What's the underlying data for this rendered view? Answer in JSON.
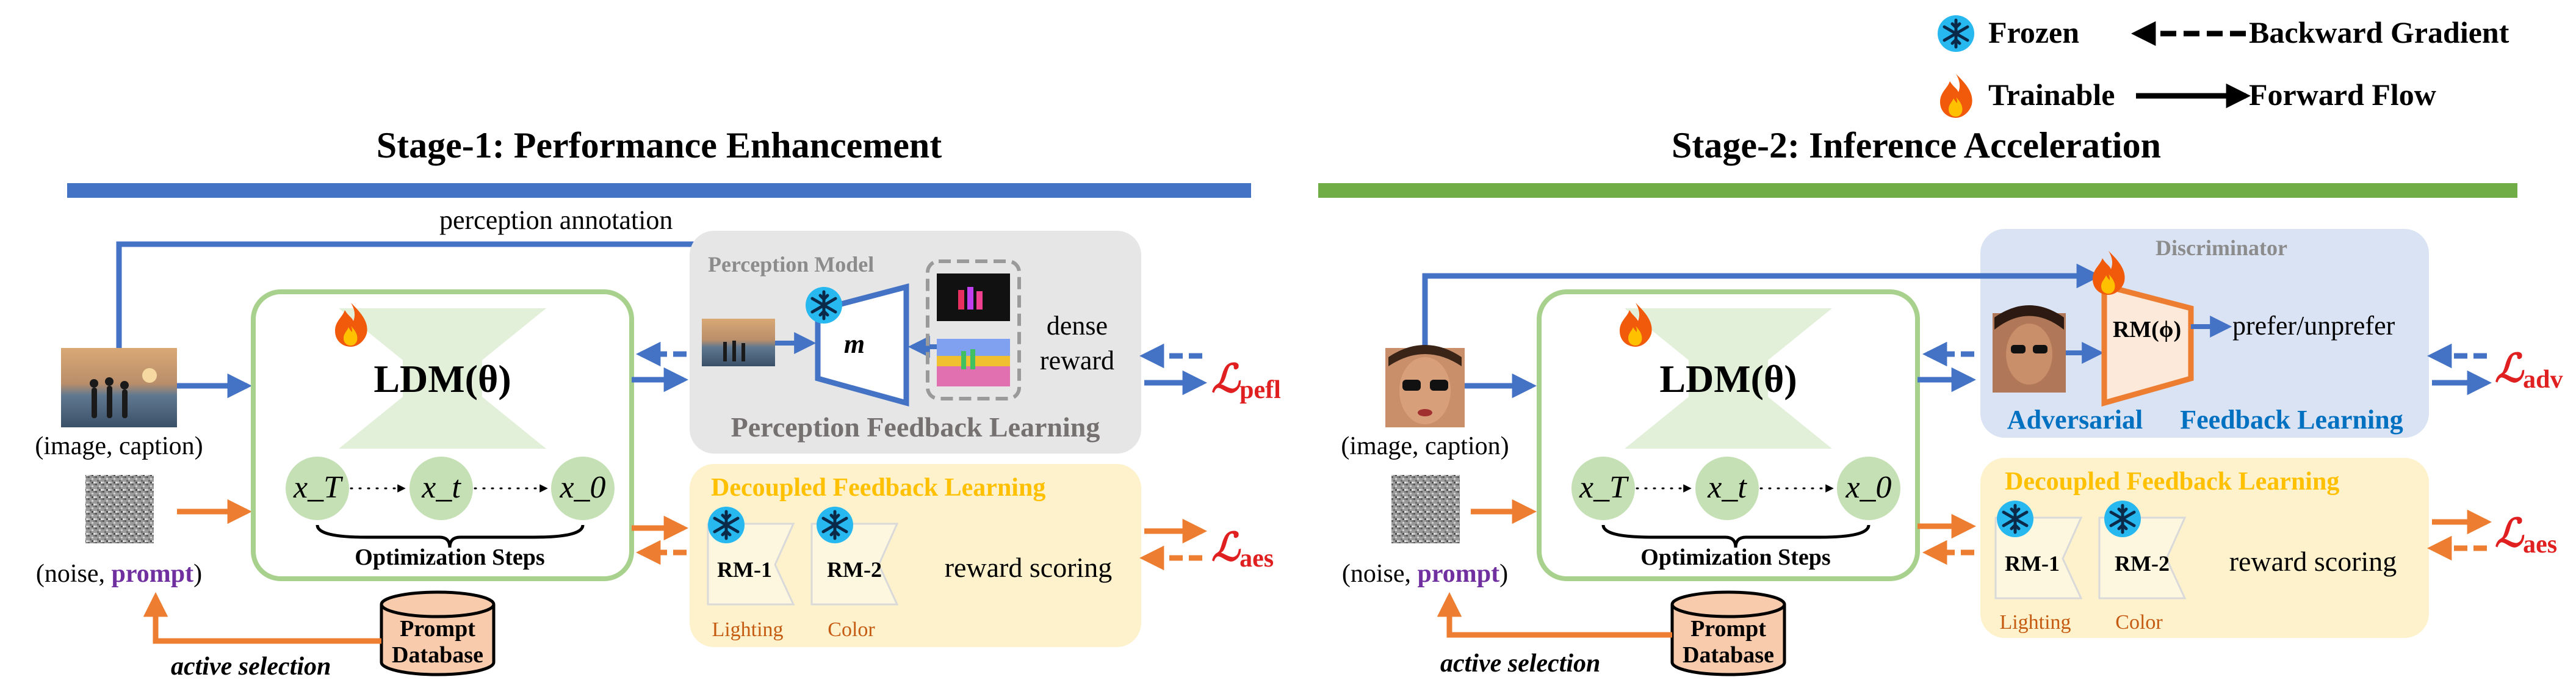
{
  "legend": {
    "frozen": "Frozen",
    "trainable": "Trainable",
    "backward": "Backward Gradient",
    "forward": "Forward Flow"
  },
  "stage1": {
    "title": "Stage-1: Performance Enhancement",
    "perception_annotation": "perception annotation",
    "input_label": "(image, caption)",
    "noise_label_prefix": "(noise, ",
    "noise_label_prompt": "prompt",
    "noise_label_suffix": ")",
    "ldm_label": "LDM(θ)",
    "x_T": "x_T",
    "x_t": "x_t",
    "x_0": "x_0",
    "steps": "Optimization Steps",
    "perception_model": "Perception Model",
    "m_label": "m",
    "dense": "dense",
    "reward": "reward",
    "perception_feedback": "Perception Feedback Learning",
    "loss_pefl_main": "ℒ",
    "loss_pefl_sub": "pefl",
    "decoupled": "Decoupled Feedback Learning",
    "rm1": "RM-1",
    "rm2": "RM-2",
    "reward_scoring": "reward scoring",
    "lighting": "Lighting",
    "color": "Color",
    "loss_aes_main": "ℒ",
    "loss_aes_sub": "aes",
    "db_line1": "Prompt",
    "db_line2": "Database",
    "active_selection": "active selection"
  },
  "stage2": {
    "title": "Stage-2: Inference Acceleration",
    "input_label": "(image, caption)",
    "noise_label_prefix": "(noise, ",
    "noise_label_prompt": "prompt",
    "noise_label_suffix": ")",
    "ldm_label": "LDM(θ)",
    "x_T": "x_T",
    "x_t": "x_t",
    "x_0": "x_0",
    "steps": "Optimization Steps",
    "discriminator": "Discriminator",
    "rm_phi": "RM(ϕ)",
    "prefer": "prefer/unprefer",
    "adv_word1": "Adversarial",
    "adv_word2": "Feedback Learning",
    "loss_adv_main": "ℒ",
    "loss_adv_sub": "adv",
    "decoupled": "Decoupled Feedback Learning",
    "rm1": "RM-1",
    "rm2": "RM-2",
    "reward_scoring": "reward scoring",
    "lighting": "Lighting",
    "color": "Color",
    "loss_aes_main": "ℒ",
    "loss_aes_sub": "aes",
    "db_line1": "Prompt",
    "db_line2": "Database",
    "active_selection": "active selection"
  },
  "colors": {
    "blue": "#4472c4",
    "orange": "#ed7d31",
    "green_bar": "#70ad47",
    "ldm_border": "#a9d18e",
    "node_fill": "#c5e0b4",
    "ldm_fill": "#e2f0d9",
    "gray_panel": "#e7e6e6",
    "yellow_panel": "#fdf2cc",
    "blue_panel": "#dae3f3",
    "yellow_text": "#ffc000",
    "red_loss": "#e02020",
    "purple": "#7030a0",
    "db_fill": "#f8cbad",
    "snow": "#28b8f0",
    "fire": "#f05a0a",
    "orange_text": "#c55a11"
  }
}
